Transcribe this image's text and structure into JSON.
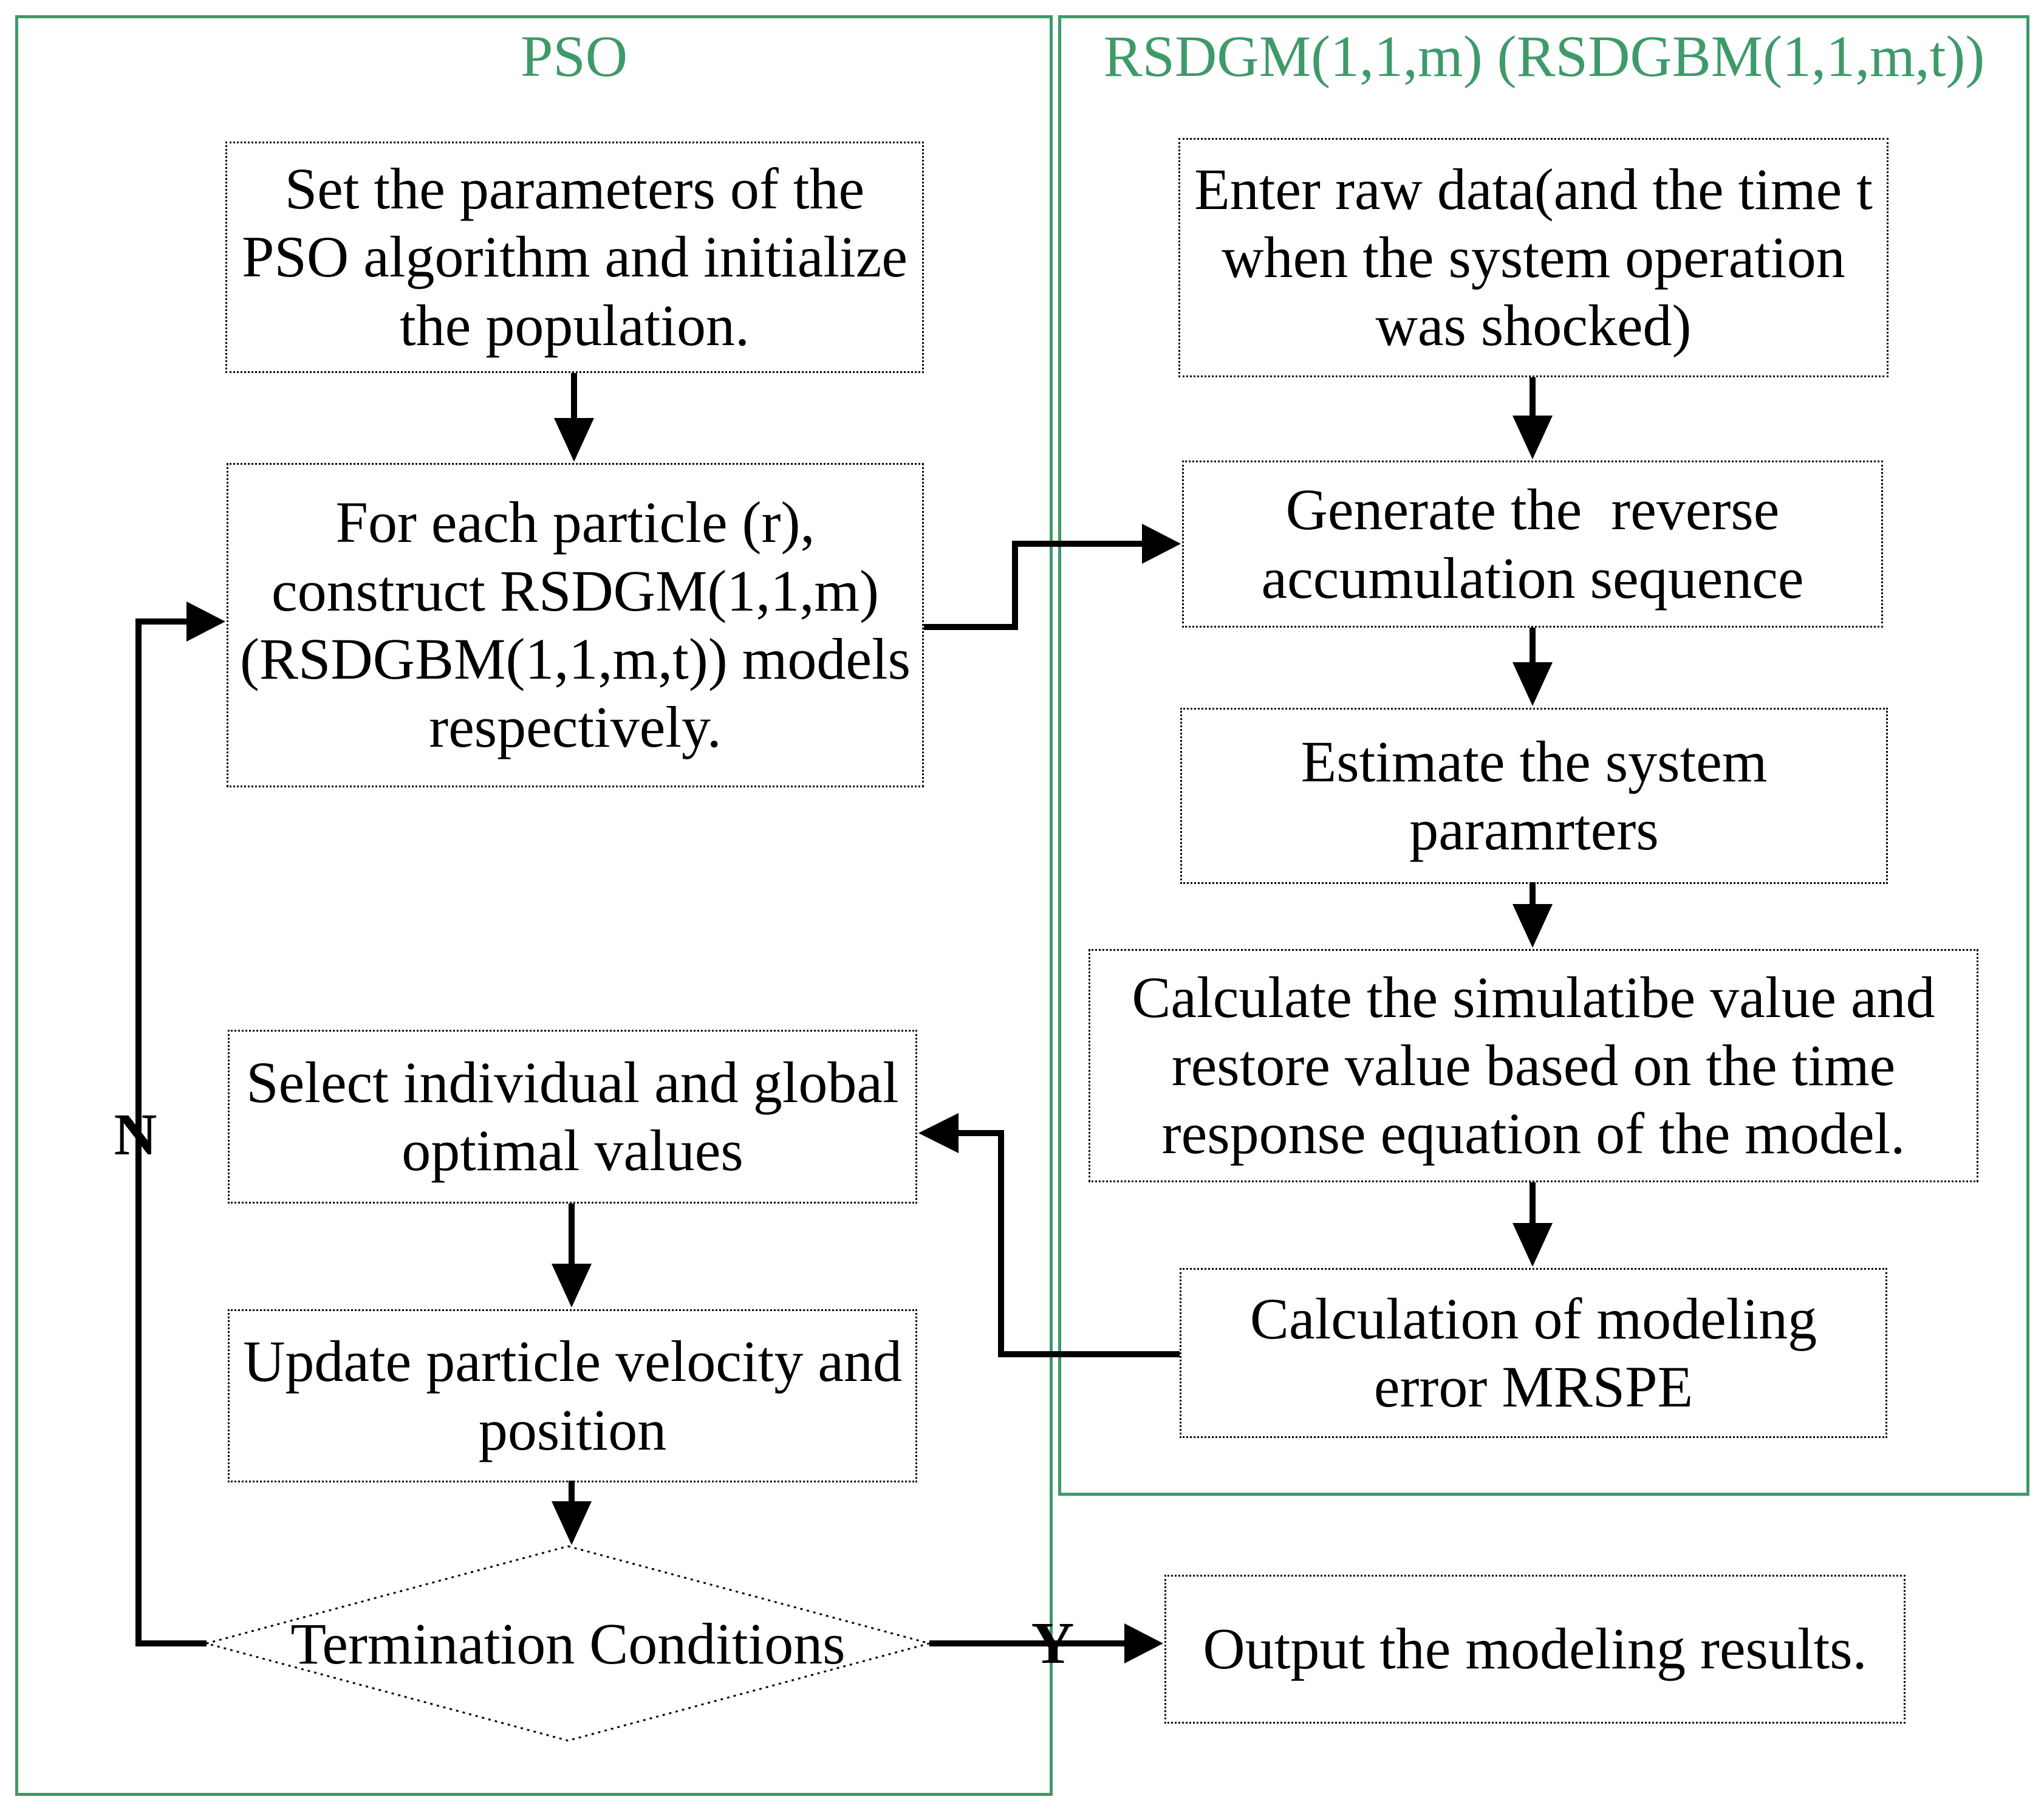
{
  "diagram": {
    "colors": {
      "panel_border": "#3E9A69",
      "line": "#000000"
    },
    "left_panel": {
      "title": "PSO",
      "nodes": {
        "set_params": "Set the parameters of the\nPSO algorithm and initialize\nthe population.",
        "for_each": "For each particle (r),\nconstruct RSDGM(1,1,m)\n(RSDGBM(1,1,m,t)) models\nrespectively.",
        "select_optimal": "Select individual and global\noptimal values",
        "update_particle": "Update particle velocity and\nposition",
        "termination": "Termination Conditions"
      },
      "branch_labels": {
        "no": "N",
        "yes": "Y"
      }
    },
    "right_panel": {
      "title": "RSDGM(1,1,m) (RSDGBM(1,1,m,t))",
      "nodes": {
        "enter_raw": "Enter raw data(and the time t\nwhen the system operation\nwas shocked)",
        "generate_sequence": "Generate the  reverse\naccumulation sequence",
        "estimate_params": "Estimate the system\nparamrters",
        "calculate_value": "Calculate the simulatibe value and\nrestore value based on the time\nresponse equation of the model.",
        "modeling_error": "Calculation of modeling\nerror MRSPE"
      }
    },
    "output_node": "Output the modeling results."
  }
}
